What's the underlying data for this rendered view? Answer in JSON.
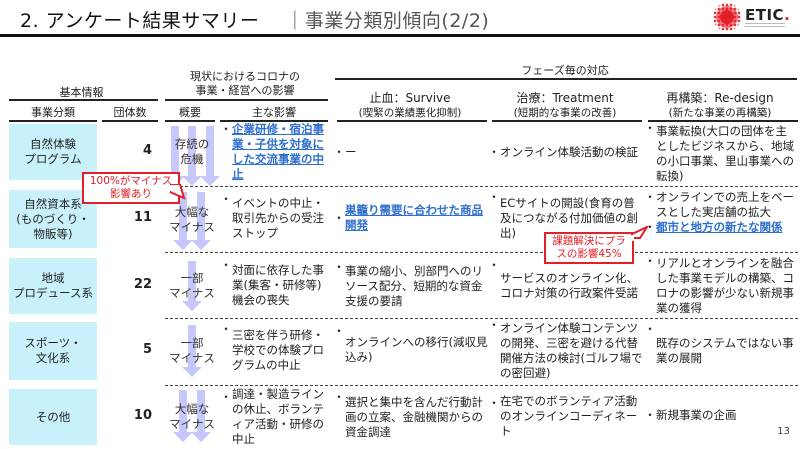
{
  "header": {
    "title": "2. アンケート結果サマリー",
    "subtitle": "｜事業分類別傾向(2/2)",
    "logo_text": "ETIC",
    "logo_dot": ".",
    "logo_icon": "etic-dot-burst-logo"
  },
  "table": {
    "group_headers": {
      "basic_info": "基本情報",
      "current_impact_line1": "現状におけるコロナの",
      "current_impact_line2": "事業・経営への影響",
      "phase_response": "フェーズ毎の対応"
    },
    "columns": {
      "category": "事業分類",
      "count": "団体数",
      "overview": "概要",
      "main_impact": "主な影響",
      "survive_title": "止血：Survive",
      "survive_sub": "(喫緊の業績悪化抑制)",
      "treatment_title": "治療：Treatment",
      "treatment_sub": "(短期的な事業の改善)",
      "redesign_title": "再構築：Re-design",
      "redesign_sub": "(新たな事業の再構築)"
    },
    "rows": [
      {
        "category": "自然体験\nプログラム",
        "count": "4",
        "overview": "存続の\n危機",
        "arrows": 3,
        "main_impact": "企業研修・宿泊事業・子供を対象にした交流事業の中止",
        "main_impact_link": true,
        "survive": "ー",
        "treatment": "オンライン体験活動の検証",
        "redesign": [
          "事業転換(大口の団体を主としたビジネスから、地域の小口事業、里山事業への転換)"
        ]
      },
      {
        "category": "自然資本系\n(ものづくり・\n物販等)",
        "count": "11",
        "overview": "大幅な\nマイナス",
        "arrows": 2,
        "main_impact": "イベントの中止・取引先からの受注ストップ",
        "survive": "巣籠り需要に合わせた商品開発",
        "survive_link": true,
        "treatment": "ECサイトの開設(食育の普及につながる付加価値の創出)",
        "redesign": [
          "オンラインでの売上をベースとした実店舗の拡大",
          "都市と地方の新たな関係"
        ]
      },
      {
        "category": "地域\nプロデュース系",
        "count": "22",
        "overview": "一部\nマイナス",
        "arrows": 1,
        "main_impact": "対面に依存した事業(集客・研修等)機会の喪失",
        "survive": "事業の縮小、別部門へのリソース配分、短期的な資金支援の要請",
        "treatment": "サービスのオンライン化、コロナ対策の行政案件受諾",
        "redesign": [
          "リアルとオンラインを融合した事業モデルの構築、コロナの影響が少ない新規事業の獲得"
        ]
      },
      {
        "category": "スポーツ・\n文化系",
        "count": "5",
        "overview": "一部\nマイナス",
        "arrows": 1,
        "main_impact": "三密を伴う研修・学校での体験プログラムの中止",
        "survive": "オンラインへの移行(減収見込み)",
        "treatment": "オンライン体験コンテンツの開発、三密を避ける代替開催方法の検討(ゴルフ場での密回避)",
        "redesign": [
          "既存のシステムではない事業の展開"
        ]
      },
      {
        "category": "その他",
        "count": "10",
        "overview": "大幅な\nマイナス",
        "arrows": 2,
        "main_impact": "調達・製造ラインの休止、ボランティア活動・研修の中止",
        "survive": "選択と集中を含んだ行動計画の立案、金融機関からの資金調達",
        "treatment": "在宅でのボランティア活動のオンラインコーディネート",
        "redesign": [
          "新規事業の企画"
        ]
      }
    ],
    "bullet": "・"
  },
  "callouts": {
    "negative": "100%がマイナス\n影響あり",
    "positive": "課題解決にプラ\nスの影響45%"
  },
  "colors": {
    "category_bg": "#c9f1fb",
    "arrow": "#c5c8f8",
    "link": "#2f6fd0",
    "callout": "#e3202a"
  },
  "page_number": "13"
}
